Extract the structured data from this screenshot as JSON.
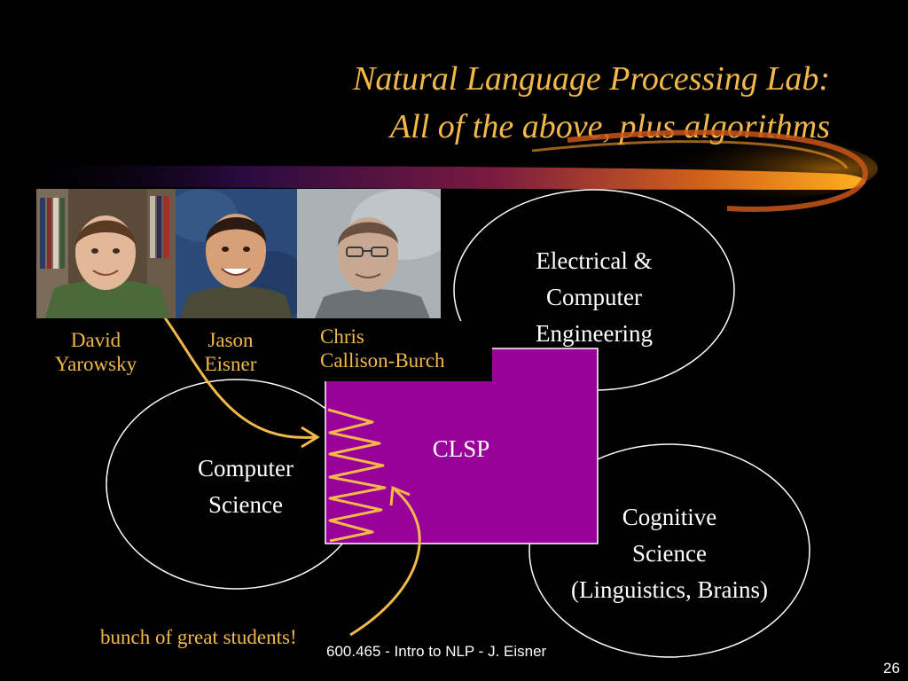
{
  "slide": {
    "title_line1": "Natural Language Processing Lab:",
    "title_line2": "All of the above, plus algorithms",
    "accent_color": "#f2b84a",
    "box_color": "#990099"
  },
  "people": [
    {
      "name_line1": "David",
      "name_line2": "Yarowsky"
    },
    {
      "name_line1": "Jason",
      "name_line2": "Eisner"
    },
    {
      "name_line1": "Chris",
      "name_line2": "Callison-Burch"
    }
  ],
  "nodes": {
    "ece": [
      "Electrical &",
      "Computer",
      "Engineering"
    ],
    "clsp": "CLSP",
    "cs": [
      "Computer",
      "Science"
    ],
    "cogsci": [
      "Cognitive",
      "Science",
      "(Linguistics, Brains)"
    ]
  },
  "annotation": "bunch of great students!",
  "footer": {
    "course": "600.465 - Intro to NLP - J. Eisner",
    "page_number": "26"
  }
}
